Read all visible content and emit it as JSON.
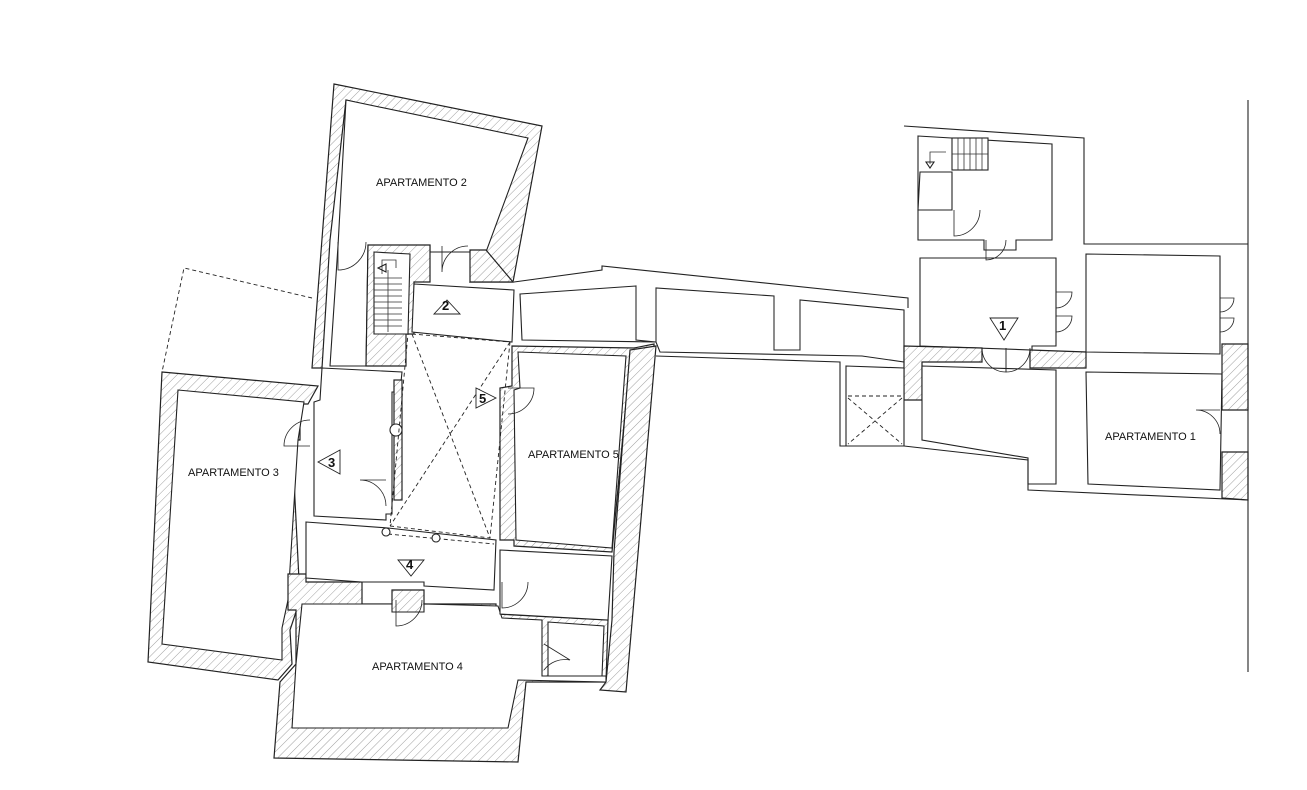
{
  "rooms": [
    {
      "id": "apartamento-2",
      "label": "APARTAMENTO 2"
    },
    {
      "id": "apartamento-3",
      "label": "APARTAMENTO 3"
    },
    {
      "id": "apartamento-4",
      "label": "APARTAMENTO 4"
    },
    {
      "id": "apartamento-5",
      "label": "APARTAMENTO 5"
    },
    {
      "id": "apartamento-1",
      "label": "APARTAMENTO 1"
    }
  ],
  "markers": [
    {
      "id": "marker-1",
      "number": "1"
    },
    {
      "id": "marker-2",
      "number": "2"
    },
    {
      "id": "marker-3",
      "number": "3"
    },
    {
      "id": "marker-4",
      "number": "4"
    },
    {
      "id": "marker-5",
      "number": "5"
    }
  ]
}
